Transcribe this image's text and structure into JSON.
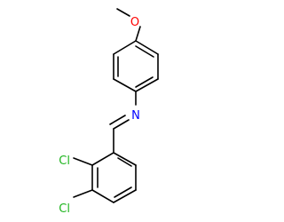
{
  "atoms": {
    "oxygen": "O",
    "nitrogen": "N",
    "chlorine_1": "Cl",
    "chlorine_2": "Cl"
  },
  "colors": {
    "bond": "#000000",
    "oxygen": "#ff0000",
    "nitrogen": "#0000ff",
    "chlorine": "#1fb51f"
  }
}
